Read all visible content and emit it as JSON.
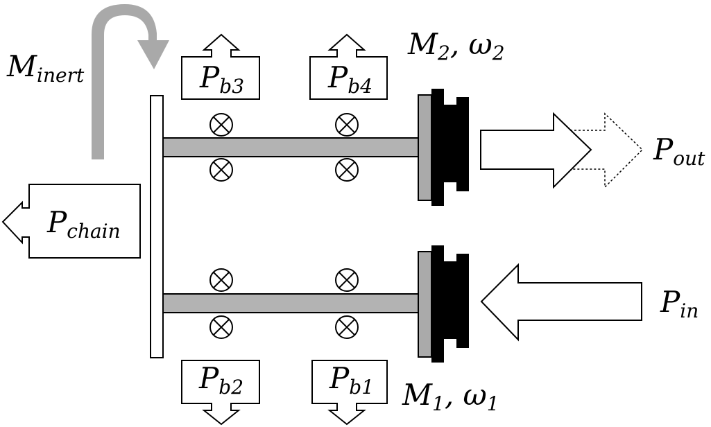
{
  "labels": {
    "m_inert": {
      "main": "M",
      "sub": "inert"
    },
    "p_b3": {
      "main": "P",
      "sub": "b3"
    },
    "p_b4": {
      "main": "P",
      "sub": "b4"
    },
    "p_b2": {
      "main": "P",
      "sub": "b2"
    },
    "p_b1": {
      "main": "P",
      "sub": "b1"
    },
    "m2_omega2": {
      "m": "M",
      "m_sub": "2",
      "sep": ", ",
      "w": "ω",
      "w_sub": "2"
    },
    "m1_omega1": {
      "m": "M",
      "m_sub": "1",
      "sep": ", ",
      "w": "ω",
      "w_sub": "1"
    },
    "p_chain": {
      "main": "P",
      "sub": "chain"
    },
    "p_out": {
      "main": "P",
      "sub": "out"
    },
    "p_in": {
      "main": "P",
      "sub": "in"
    }
  },
  "colors": {
    "stroke": "#000000",
    "shaft": "#b3b3b3",
    "flange": "#aaaaaa",
    "inertia_arrow": "#a9a9a9",
    "gear": "#000000"
  }
}
